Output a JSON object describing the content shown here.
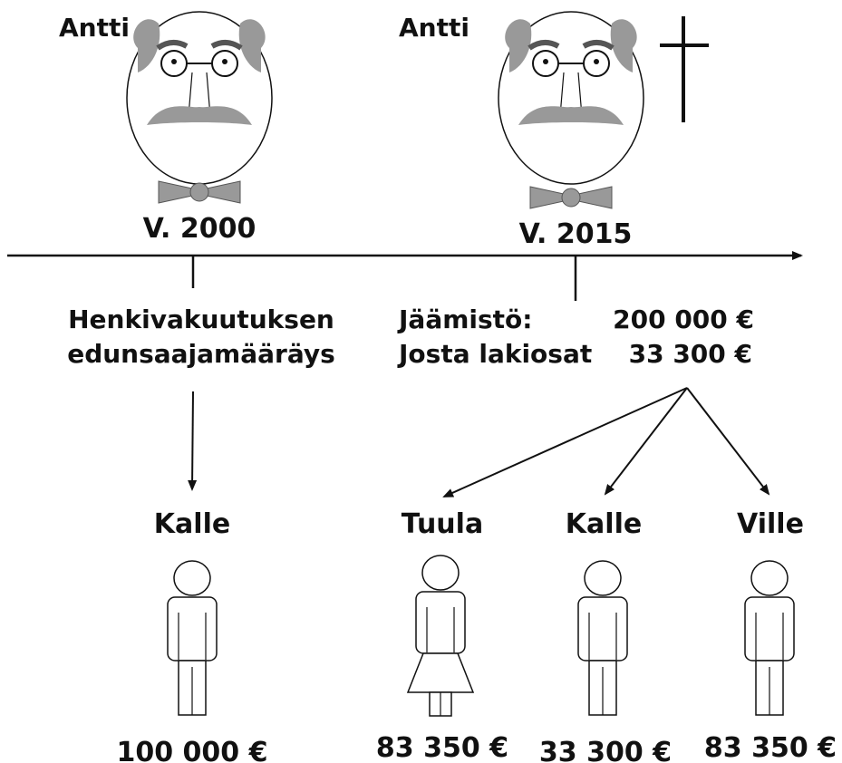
{
  "left_panel": {
    "person_name": "Antti",
    "year": "V. 2000",
    "event_line1": "Henkivakuutuksen",
    "event_line2": "edunsaajamääräys",
    "beneficiary": {
      "name": "Kalle",
      "amount": "100 000 €"
    }
  },
  "right_panel": {
    "person_name": "Antti",
    "year": "V. 2015",
    "estate_label": "Jäämistö:",
    "estate_value": "200 000 €",
    "lakiosat_label": "Josta lakiosat",
    "lakiosat_value": "33 300 €",
    "heirs": [
      {
        "name": "Tuula",
        "amount": "83 350 €",
        "figure": "female"
      },
      {
        "name": "Kalle",
        "amount": "33 300 €",
        "figure": "male"
      },
      {
        "name": "Ville",
        "amount": "83 350 €",
        "figure": "male"
      }
    ]
  },
  "colors": {
    "line": "#111111",
    "gray": "#9a9a9a",
    "face": "#ffffff"
  }
}
